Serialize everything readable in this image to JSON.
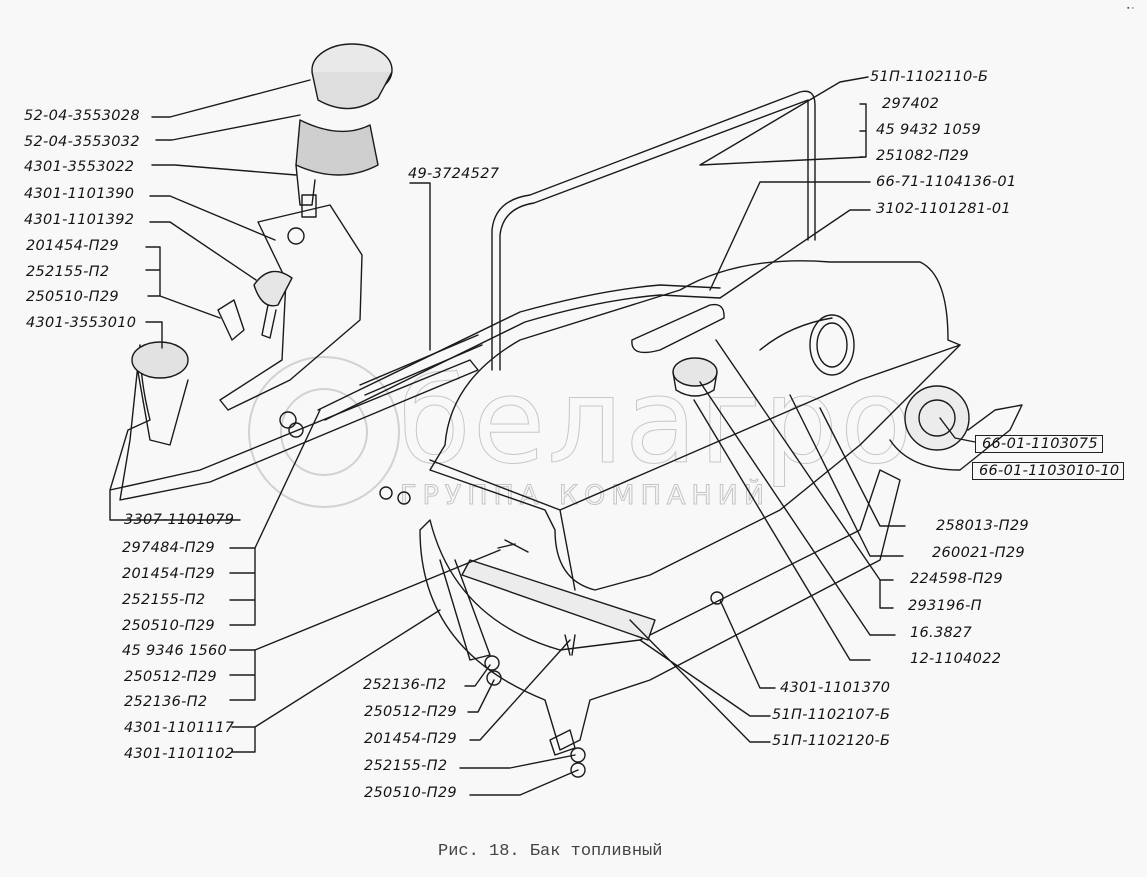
{
  "figure": {
    "caption": "Рис. 18. Бак топливный",
    "watermark": {
      "brand": "белагро",
      "subtitle": "ГРУППА КОМПАНИЙ"
    },
    "corner_mark": "▪ ▫"
  },
  "labels_left": [
    "52-04-3553028",
    "52-04-3553032",
    "4301-3553022",
    "4301-1101390",
    "4301-1101392",
    "201454-П29",
    "252155-П2",
    "250510-П29",
    "4301-3553010",
    "3307-1101079",
    "297484-П29",
    "201454-П29",
    "252155-П2",
    "250510-П29",
    "45 9346 1560",
    "250512-П29",
    "252136-П2",
    "4301-1101117",
    "4301-1101102"
  ],
  "labels_top_center": [
    "49-3724527"
  ],
  "labels_right_top": [
    "51П-1102110-Б",
    "297402",
    "45 9432 1059",
    "251082-П29",
    "66-71-1104136-01",
    "3102-1101281-01"
  ],
  "labels_right_boxed": [
    "66-01-1103075",
    "66-01-1103010-10"
  ],
  "labels_right_bottom": [
    "258013-П29",
    "260021-П29",
    "224598-П29",
    "293196-П",
    "16.3827",
    "12-1104022"
  ],
  "labels_bottom_center": [
    "4301-1101370",
    "51П-1102107-Б",
    "51П-1102120-Б"
  ],
  "labels_bottom_left": [
    "252136-П2",
    "250512-П29",
    "201454-П29",
    "252155-П2",
    "250510-П29"
  ]
}
